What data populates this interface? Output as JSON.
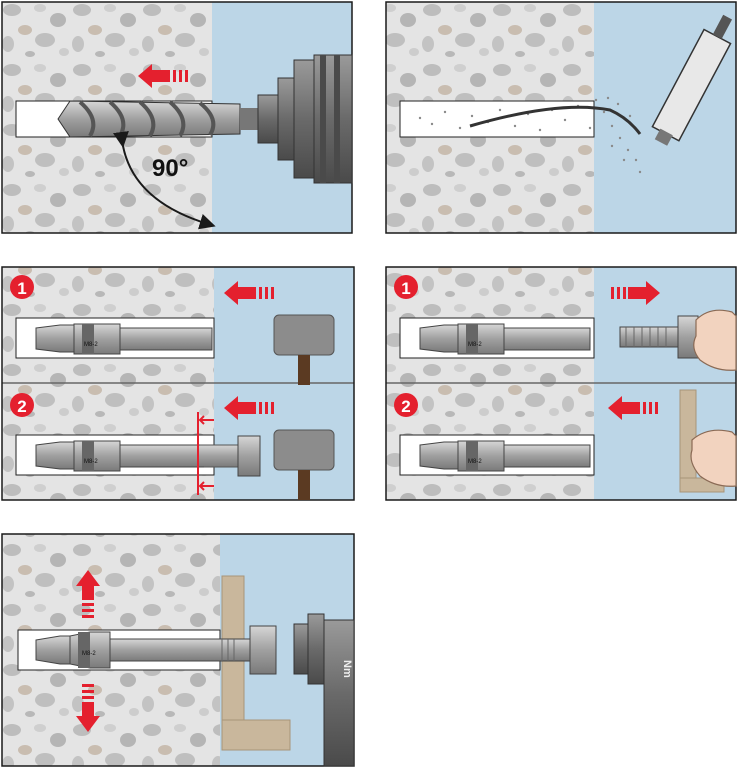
{
  "title": "",
  "colors": {
    "concrete": "#e4e4e4",
    "pebble_dark": "#b9b9b9",
    "pebble_light": "#cfcfcf",
    "pebble_tan": "#c9bdb0",
    "wall_blue": "#bcd6e7",
    "frame": "#1a1a1a",
    "steel": "#a6a6a6",
    "steel_dark": "#6f6f6f",
    "red": "#e4202e",
    "wood": "#c9b79c",
    "hammer_head": "#8c8c8c",
    "hammer_handle": "#5b3a22"
  },
  "steps": {
    "drill": {
      "angle_label": "90°"
    },
    "insert": {
      "sub1": "1",
      "sub2": "2"
    },
    "remove_nut": {
      "sub1": "1",
      "sub2": "2"
    },
    "torque": {
      "tool_label": "Nm"
    }
  },
  "anchor": {
    "mark": "M8-2"
  },
  "icons": [
    "drill-icon",
    "hammer-icon",
    "hand-icon",
    "torque-wrench-icon",
    "blow-pump-icon"
  ]
}
